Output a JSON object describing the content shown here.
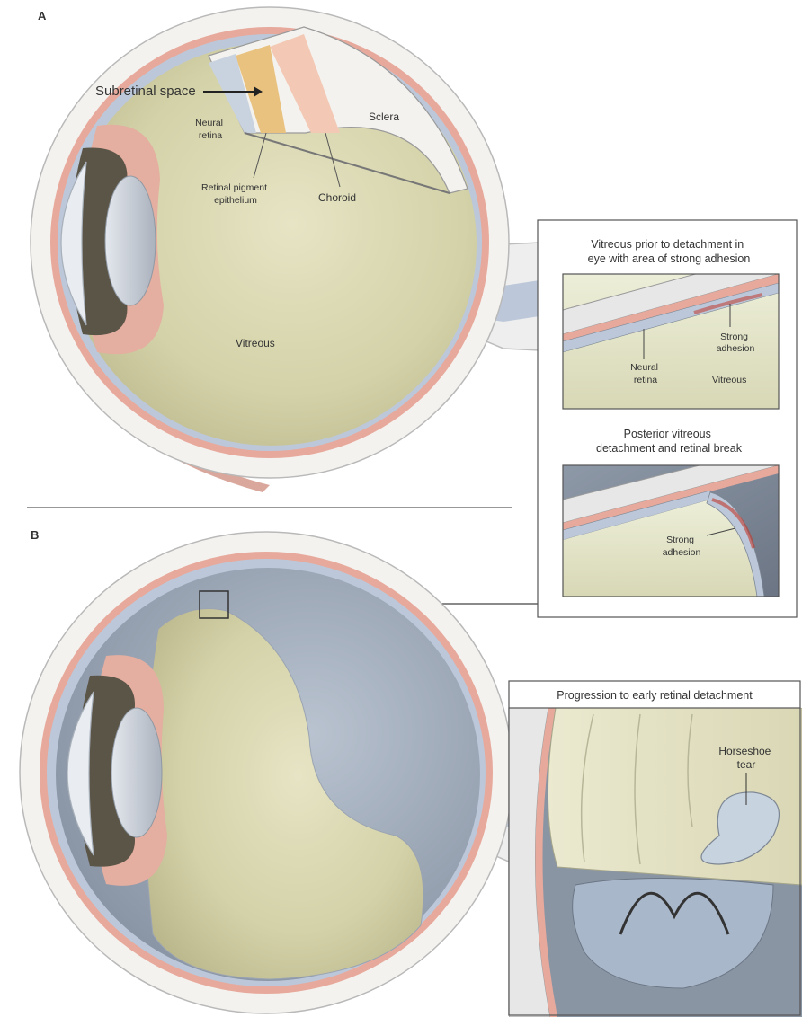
{
  "panel_a": {
    "letter": "A",
    "labels": {
      "subretinal_space": "Subretinal space",
      "neural_retina": [
        "Neural",
        "retina"
      ],
      "retinal_pigment_epithelium": [
        "Retinal pigment",
        "epithelium"
      ],
      "choroid": "Choroid",
      "sclera": "Sclera",
      "vitreous": "Vitreous"
    }
  },
  "panel_b": {
    "letter": "B"
  },
  "inset_adhesion": {
    "heading": [
      "Vitreous prior to detachment in",
      "eye with area of strong adhesion"
    ],
    "labels": {
      "strong_adhesion": [
        "Strong",
        "adhesion"
      ],
      "neural_retina": [
        "Neural",
        "retina"
      ],
      "vitreous": "Vitreous"
    }
  },
  "inset_detachment": {
    "heading": [
      "Posterior vitreous",
      "detachment and retinal break"
    ],
    "labels": {
      "strong_adhesion": [
        "Strong",
        "adhesion"
      ]
    }
  },
  "inset_progression": {
    "heading": "Progression to early retinal detachment",
    "labels": {
      "horseshoe_tear": [
        "Horseshoe",
        "tear"
      ]
    }
  },
  "colors": {
    "vitreous": "#d9d7b0",
    "sclera": "#f4f2ee",
    "choroid": "#e7a99c",
    "retina": "#bcc8d9",
    "rpe": "#e8c27e",
    "iris": "#5b5548",
    "lens": "#c6cdd6",
    "detached_space": "#9eaabb"
  }
}
